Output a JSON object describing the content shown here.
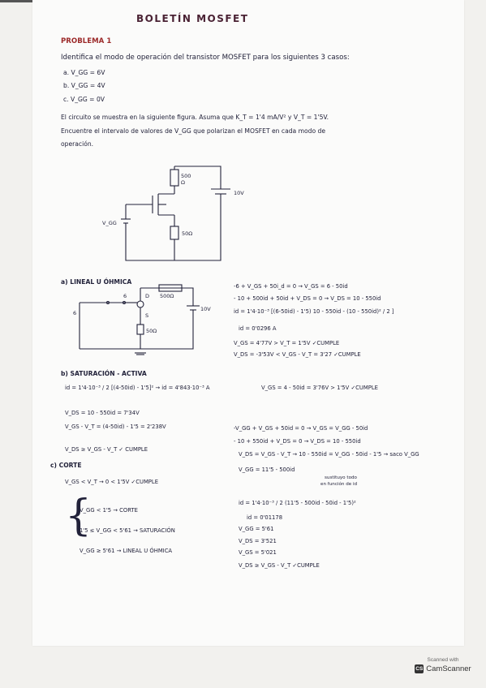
{
  "document": {
    "title": "BOLETÍN MOSFET",
    "problem": "PROBLEMA 1",
    "statement": "Identifica el modo de operación del transistor MOSFET para los siguientes 3 casos:",
    "cases": [
      "a. V_GG = 6V",
      "b. V_GG = 4V",
      "c. V_GG = 0V"
    ],
    "para1": "El circuito se muestra en la siguiente figura. Asuma que K_T = 1'4 mA/V² y V_T = 1'5V.",
    "para2": "Encuentre el intervalo de valores de V_GG que polarizan el MOSFET en cada modo de",
    "para3": "operación."
  },
  "circuit1": {
    "r1": "500",
    "r1_unit": "Ω",
    "source_v": "10V",
    "vgg": "V_GG",
    "r2": "50Ω"
  },
  "section_a": {
    "heading": "a) LINEAL U ÓHMICA",
    "node_g": "6",
    "node_left": "6",
    "node_d": "D",
    "node_s": "S",
    "r_top": "500Ω",
    "r_bot": "50Ω",
    "src": "10V",
    "eq1": "-6 + V_GS + 50i_d = 0 → V_GS = 6 - 50id",
    "eq2": "- 10 + 500id + 50id + V_DS = 0 → V_DS = 10 - 550id",
    "eq3": "id = 1'4·10⁻³ [(6-50id) - 1'5) 10 - 550id - (10 - 550id)² / 2 ]",
    "eq4": "id = 0'0296 A",
    "eq5": "V_GS = 4'77V > V_T = 1'5V ✓CUMPLE",
    "eq6": "V_DS = -3'53V < V_GS - V_T = 3'27 ✓CUMPLE"
  },
  "section_b": {
    "heading": "b) SATURACIÓN - ACTIVA",
    "eq1": "id = 1'4·10⁻³ / 2 [(4-50id) - 1'5]² → id = 4'843·10⁻³ A",
    "eq1b": "V_GS = 4 - 50id = 3'76V > 1'5V ✓CUMPLE",
    "eq2": "V_DS = 10 - 550id = 7'34V",
    "eq3": "V_GS - V_T = (4-50id) - 1'5 = 2'238V",
    "eq4": "V_DS ≥ V_GS - V_T ✓ CUMPLE"
  },
  "section_c": {
    "heading": "c) CORTE",
    "eq1": "V_GS < V_T → 0 < 1'5V ✓CUMPLE"
  },
  "summary": {
    "l1": "V_GG < 1'5 → CORTE",
    "l2": "1'5 ≤ V_GG < 5'61 → SATURACIÓN",
    "l3": "V_GG ≥ 5'61 → LINEAL U ÓHMICA"
  },
  "derivation": {
    "d1": "-V_GG + V_GS + 50id = 0 → V_GS = V_GG - 50id",
    "d2": "- 10 + 550id + V_DS = 0 → V_DS = 10 - 550id",
    "d3": "V_DS = V_GS - V_T → 10 - 550id = V_GG - 50id - 1'5 → saco V_GG",
    "d4": "V_GG = 11'5 - 500id",
    "note1": "sustituyo todo",
    "note2": "en función de id",
    "d5": "id = 1'4·10⁻³ / 2 (11'5 - 500id - 50id - 1'5)²",
    "d6": "id = 0'01178",
    "d7": "V_GG = 5'61",
    "d8": "V_DS = 3'521",
    "d9": "V_GS = 5'021",
    "d10": "V_DS ≥ V_GS - V_T ✓CUMPLE"
  },
  "scanner": {
    "scanned_with": "Scanned with",
    "brand": "CamScanner",
    "logo": "CS"
  }
}
